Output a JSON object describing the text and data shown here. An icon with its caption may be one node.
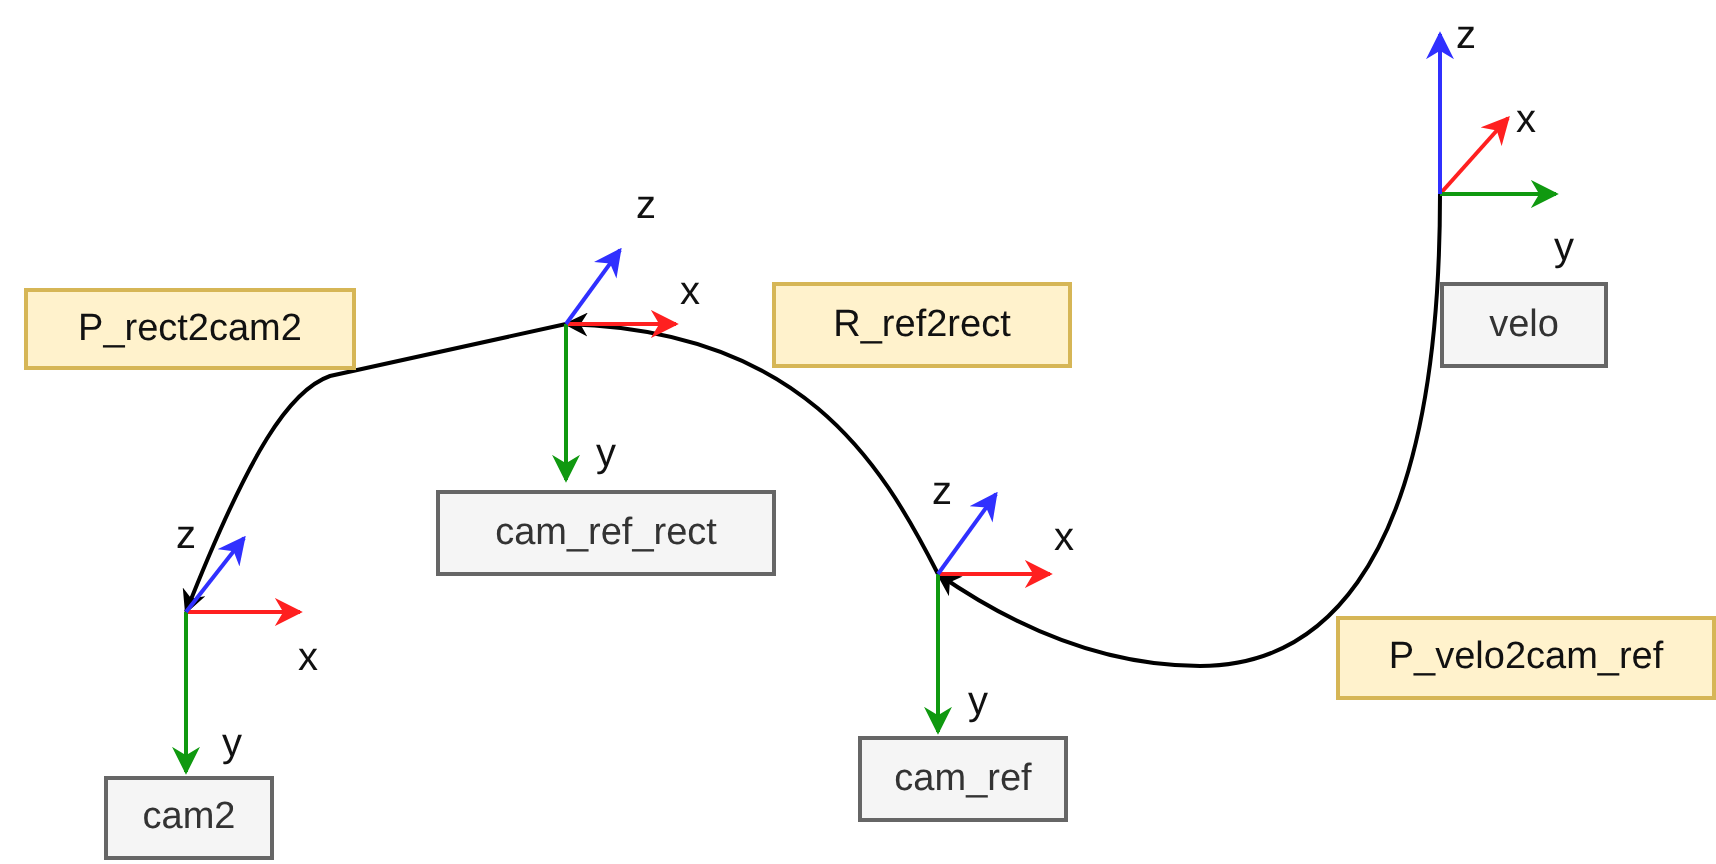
{
  "diagram": {
    "nodes": [
      {
        "text": [],
        "shape": "picture"
      },
      {
        "text": [
          "P_rect2cam2"
        ]
      },
      {
        "text": [],
        "shape": "picture"
      },
      {
        "text": [
          "R_ref2rect"
        ]
      },
      {
        "text": [
          "velo"
        ]
      },
      {
        "text": [
          "cam_ref_rect"
        ]
      },
      {
        "text": [],
        "shape": "picture"
      },
      {
        "text": [],
        "shape": "picture"
      },
      {
        "text": [
          "P_velo2cam_ref"
        ]
      },
      {
        "text": [
          "cam_ref"
        ]
      },
      {
        "text": [
          "cam2"
        ]
      }
    ],
    "edges": [
      {
        "from": 0,
        "to": 7,
        "arrow": "to"
      },
      {
        "from": 7,
        "to": 2,
        "arrow": "to"
      },
      {
        "from": 2,
        "to": 6,
        "arrow": "to"
      }
    ],
    "labels": [
      "z",
      "x",
      "z",
      "y",
      "x",
      "y",
      "z",
      "z",
      "x",
      "x",
      "y",
      "y"
    ]
  }
}
